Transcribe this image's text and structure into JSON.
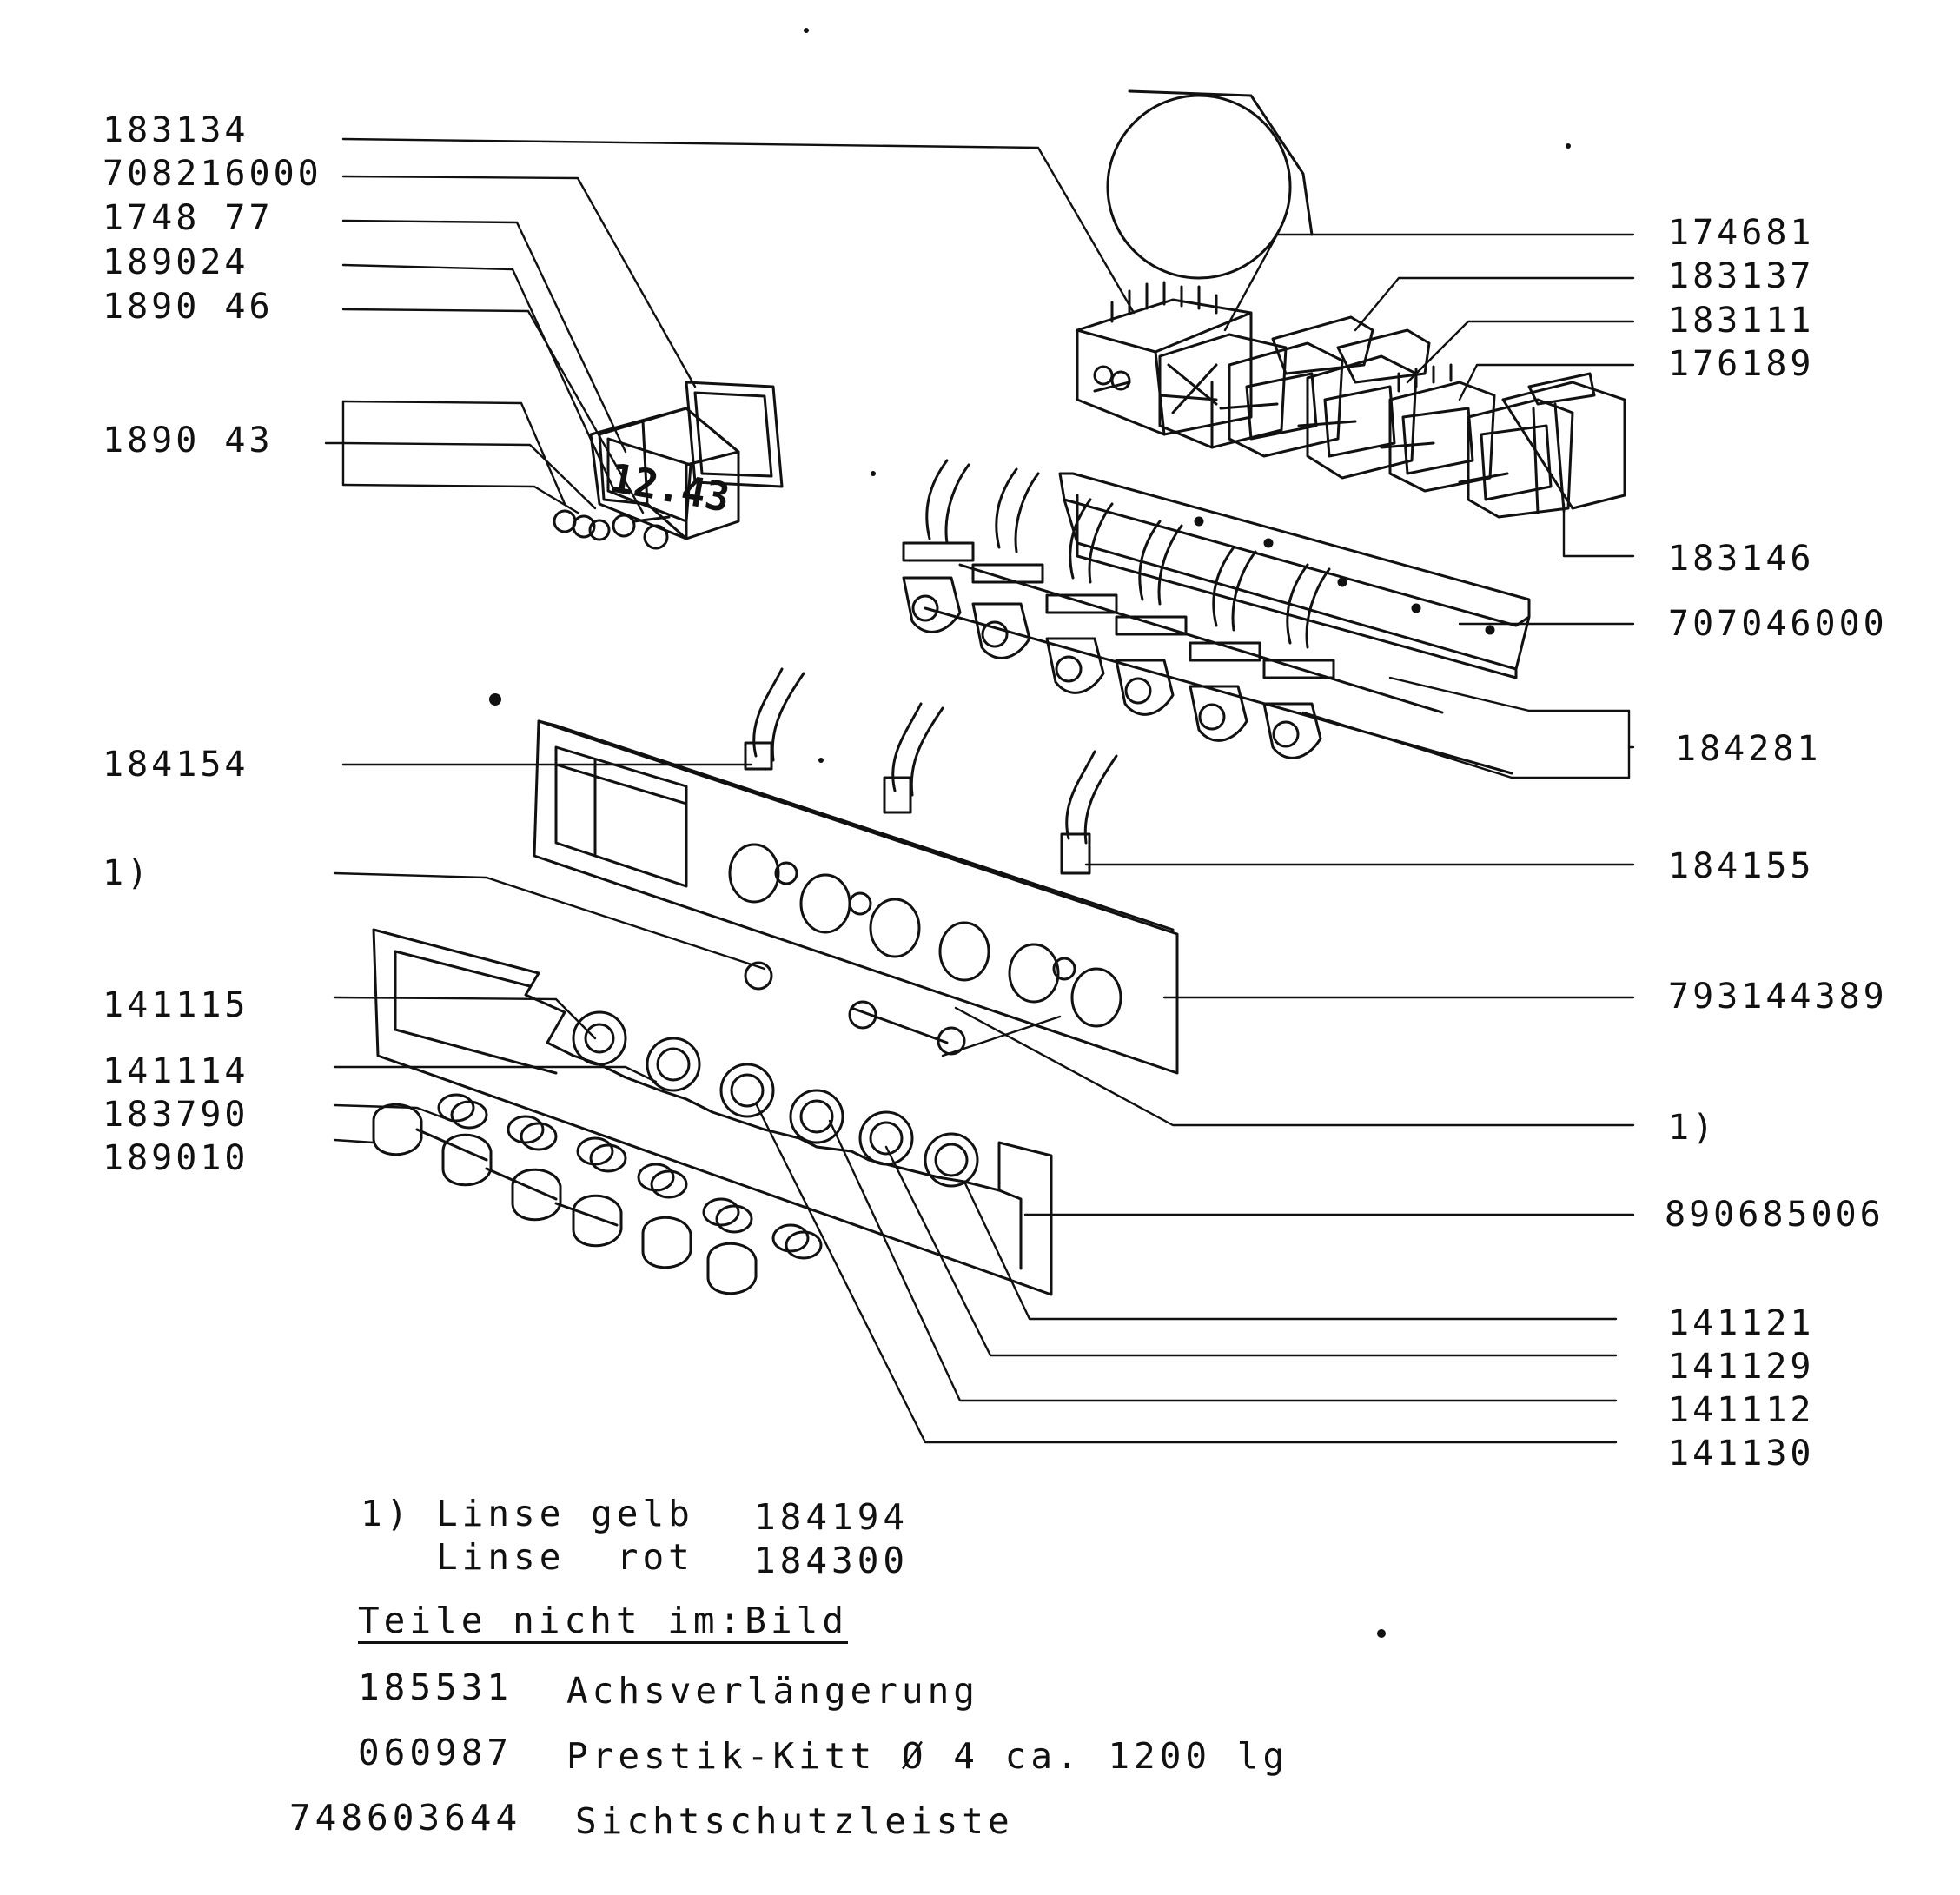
{
  "left_labels": [
    {
      "id": "l1",
      "text": "183134"
    },
    {
      "id": "l2",
      "text": "708216000"
    },
    {
      "id": "l3",
      "text": "1748 77"
    },
    {
      "id": "l4",
      "text": "189024"
    },
    {
      "id": "l5",
      "text": "1890 46"
    },
    {
      "id": "l6",
      "text": "1890 43"
    },
    {
      "id": "l7",
      "text": "184154"
    },
    {
      "id": "l8",
      "text": "1)"
    },
    {
      "id": "l9",
      "text": "141115"
    },
    {
      "id": "l10",
      "text": "141114"
    },
    {
      "id": "l11",
      "text": "183790"
    },
    {
      "id": "l12",
      "text": "189010"
    }
  ],
  "right_labels": [
    {
      "id": "r1",
      "text": "174681"
    },
    {
      "id": "r2",
      "text": "183137"
    },
    {
      "id": "r3",
      "text": "183111"
    },
    {
      "id": "r4",
      "text": "176189"
    },
    {
      "id": "r5",
      "text": "183146"
    },
    {
      "id": "r6",
      "text": "707046000"
    },
    {
      "id": "r7",
      "text": "184281"
    },
    {
      "id": "r8",
      "text": "184155"
    },
    {
      "id": "r9",
      "text": "793144389"
    },
    {
      "id": "r10",
      "text": "1)"
    },
    {
      "id": "r11",
      "text": "890685006"
    },
    {
      "id": "r12",
      "text": "141121"
    },
    {
      "id": "r13",
      "text": "141129"
    },
    {
      "id": "r14",
      "text": "141112"
    },
    {
      "id": "r15",
      "text": "141130"
    }
  ],
  "display_readout": "12.43",
  "footnote": {
    "marker": "1)",
    "line1_name": "Linse gelb",
    "line1_part": "184194",
    "line2_name": "Linse  rot",
    "line2_part": "184300"
  },
  "not_pictured": {
    "heading": "Teile nicht im:Bild",
    "items": [
      {
        "part": "185531",
        "desc": "Achsverlängerung"
      },
      {
        "part": "060987",
        "desc": "Prestik-Kitt Ø 4 ca. 1200 lg"
      },
      {
        "part": "748603644",
        "desc": "Sichtschutzleiste"
      }
    ]
  }
}
